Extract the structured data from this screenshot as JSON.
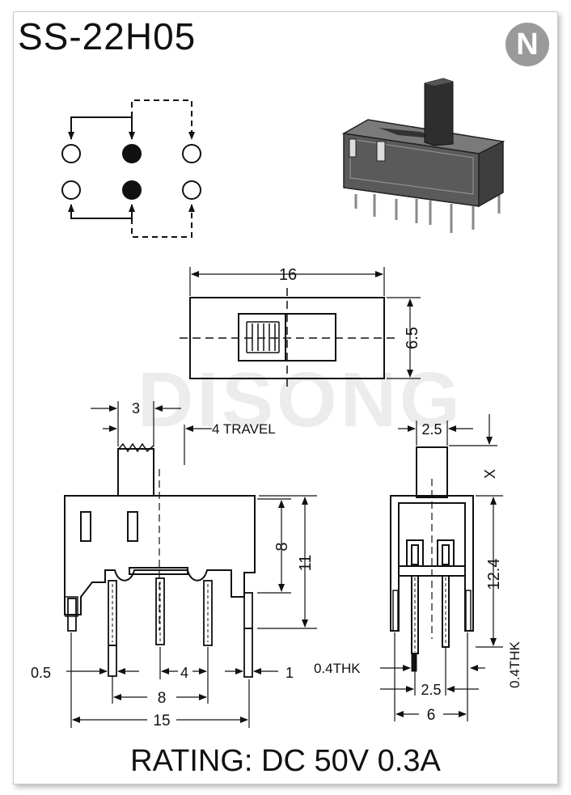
{
  "title": "SS-22H05",
  "logo": {
    "letter": "N",
    "icon": "logo-n-icon"
  },
  "watermark": "DISONG",
  "rating": "RATING: DC 50V 0.3A",
  "dimensions": {
    "top_width": "16",
    "top_height": "6.5",
    "actuator_width": "3",
    "travel": "4 TRAVEL",
    "body_height": "8",
    "overall_height": "11",
    "pin_width": "0.5",
    "pin_pitch_small": "4",
    "pin_tab": "1",
    "pin_span": "8",
    "body_length": "15",
    "side_actuator_width": "2.5",
    "actuator_height": "X",
    "side_height": "12.4",
    "thk_left": "0.4THK",
    "thk_right": "0.4THK",
    "side_pin_pitch": "2.5",
    "side_width": "6"
  },
  "colors": {
    "ink": "#111111",
    "shade": "#555555",
    "watermark": "#e4e4e4"
  }
}
